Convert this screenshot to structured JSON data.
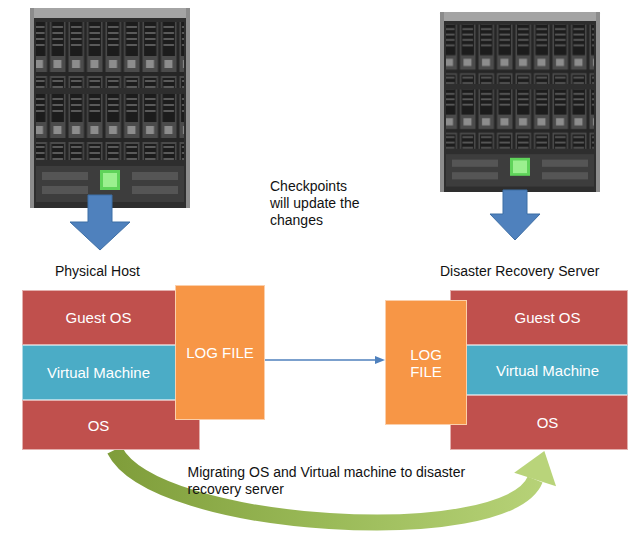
{
  "diagram": {
    "nodes": [
      {
        "text": [
          "Physical Host"
        ]
      },
      {
        "text": [
          "Guest OS"
        ],
        "in": 0
      },
      {
        "text": [
          "Virtual Machine"
        ],
        "in": 0
      },
      {
        "text": [
          "OS"
        ],
        "in": 0
      },
      {
        "text": [
          "LOG FILE"
        ],
        "in": 0
      },
      {
        "text": [
          "Disaster Recovery Server"
        ]
      },
      {
        "text": [
          "LOG FILE"
        ],
        "in": 5
      },
      {
        "text": [
          "Guest OS"
        ],
        "in": 5
      },
      {
        "text": [
          "Virtual Machine"
        ],
        "in": 5
      },
      {
        "text": [
          "OS"
        ],
        "in": 5
      }
    ],
    "edges": [
      {
        "from": 4,
        "to": 6,
        "arrow": "to",
        "label": "Checkpoints will update the changes"
      },
      {
        "from": 3,
        "to": 9,
        "arrow": "to",
        "label": "Migrating OS and Virtual machine to disaster recovery server"
      }
    ]
  }
}
